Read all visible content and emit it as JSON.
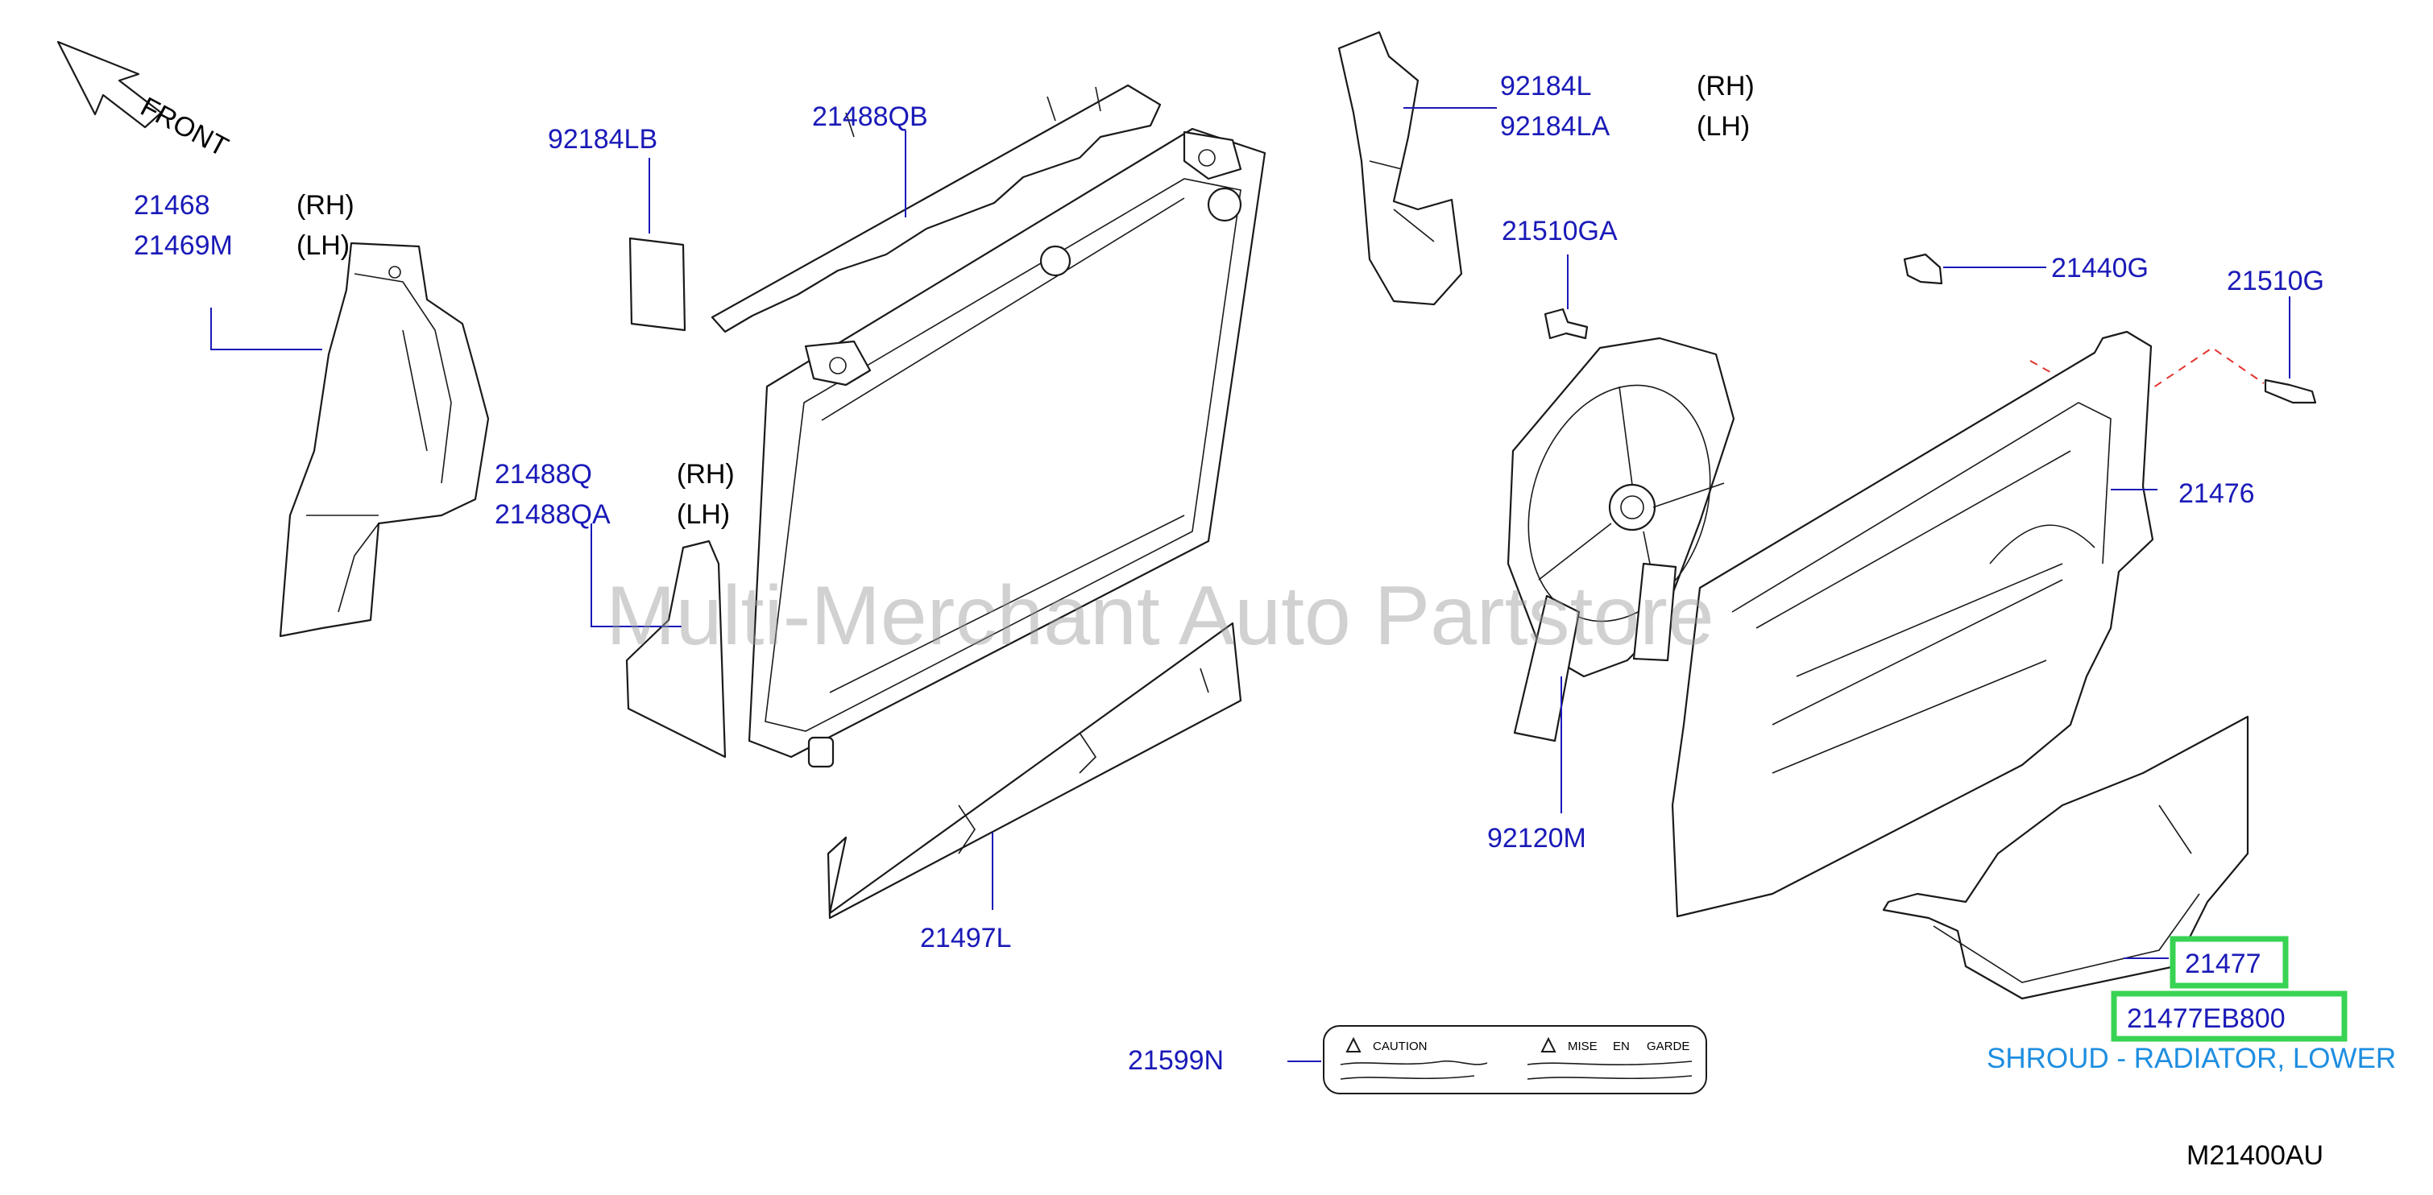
{
  "watermark": "Multi-Merchant Auto Partstore",
  "front_label": "FRONT",
  "diagram_code": "M21400AU",
  "colors": {
    "part_number": "#1a1ab8",
    "highlight": "#39d353",
    "description": "#1e8ee0"
  },
  "labels": {
    "p21468": "21468",
    "p21468_side": "(RH)",
    "p21469m": "21469M",
    "p21469m_side": "(LH)",
    "p92184lb": "92184LB",
    "p21488qb": "21488QB",
    "p21488q": "21488Q",
    "p21488q_side": "(RH)",
    "p21488qa": "21488QA",
    "p21488qa_side": "(LH)",
    "p92184l": "92184L",
    "p92184l_side": "(RH)",
    "p92184la": "92184LA",
    "p92184la_side": "(LH)",
    "p21510ga": "21510GA",
    "p21440g": "21440G",
    "p21510g": "21510G",
    "p21476": "21476",
    "p92120m": "92120M",
    "p21497l": "21497L",
    "p21599n": "21599N",
    "p21477": "21477",
    "p21477eb800": "21477EB800",
    "selected_description": "SHROUD - RADIATOR, LOWER"
  },
  "caution_label": {
    "caution": "CAUTION",
    "garde_left": "MISE",
    "garde_mid": "EN",
    "garde_right": "GARDE"
  }
}
